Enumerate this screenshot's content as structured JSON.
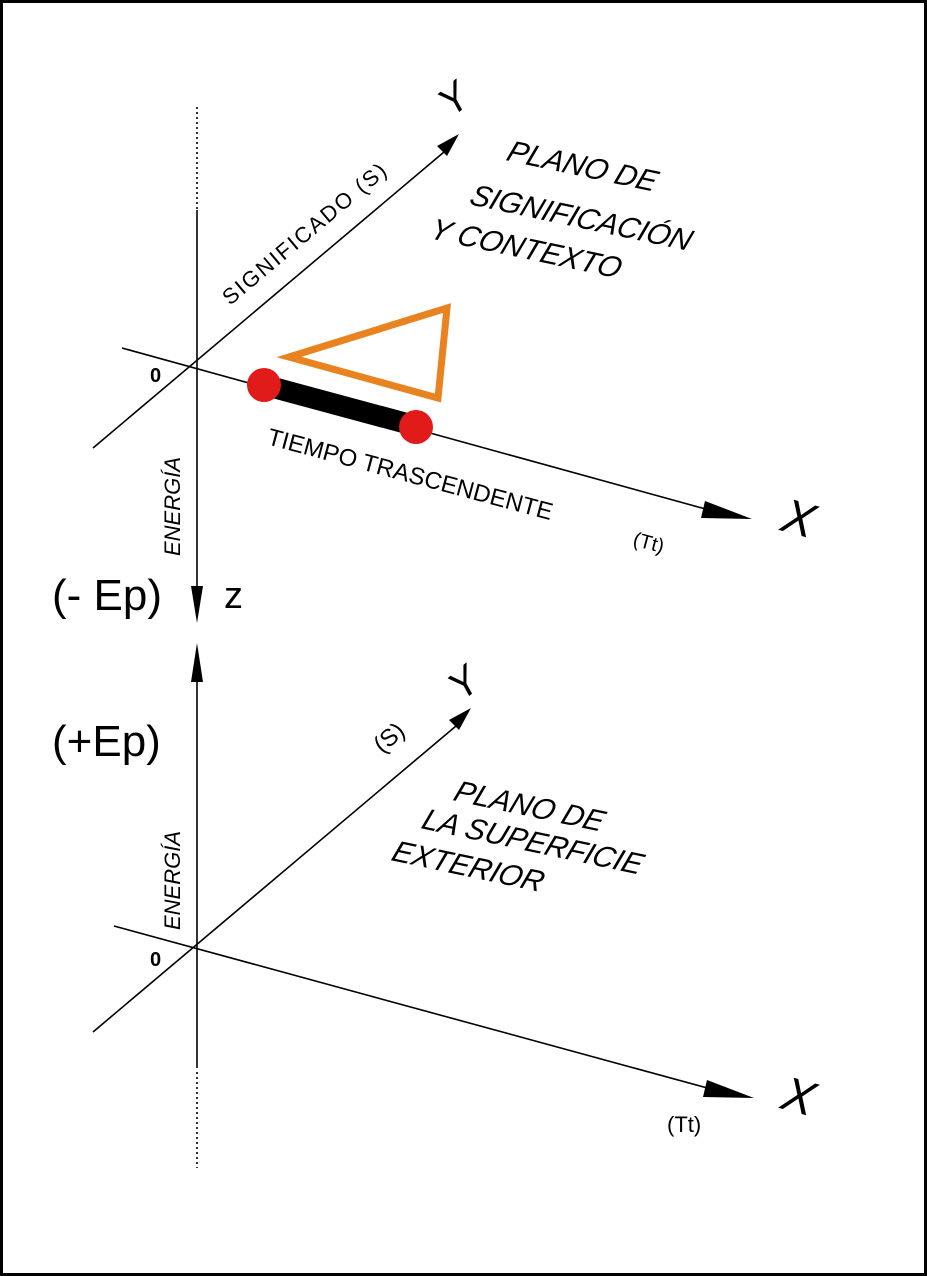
{
  "upper_plane": {
    "axis_y_letter": "Y",
    "axis_x_letter": "X",
    "axis_z_letter": "z",
    "origin": "0",
    "y_axis_label": "SIGNIFICADO  (S)",
    "z_axis_label": "ENERGÍA",
    "x_axis_label_main": "TIEMPO TRASCENDENTE",
    "x_axis_label_suffix": "(Tt)",
    "plane_title_lines": [
      "PLANO DE",
      "SIGNIFICACIÓN",
      "Y CONTEXTO"
    ],
    "energy_sign": "(- Ep)"
  },
  "lower_plane": {
    "axis_y_letter": "Y",
    "axis_x_letter": "X",
    "origin": "0",
    "y_axis_label": "(S)",
    "z_axis_label": "ENERGÍA",
    "x_axis_label": "(Tt)",
    "plane_title_lines": [
      "PLANO DE",
      "LA SUPERFICIE",
      "EXTERIOR"
    ],
    "energy_sign": "(+Ep)"
  },
  "colors": {
    "triangle": "#e8831f",
    "segment": "#000000",
    "endpoints": "#e11a1a",
    "border": "#000000"
  }
}
